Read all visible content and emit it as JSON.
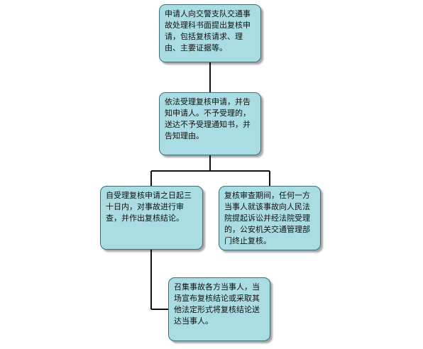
{
  "flowchart": {
    "steps": [
      {
        "id": "step1",
        "text": "申请人向交警支队交通事故处理科书面提出复核申请，包括复核请求、理由、主要证据等。"
      },
      {
        "id": "step2",
        "text": "依法受理复核申请，并告知申请人。不予受理的，送达不予受理通知书，并告知理由。"
      },
      {
        "id": "step3",
        "text": "自受理复核申请之日起三十日内，对事故进行审查，并作出复核结论。"
      },
      {
        "id": "step4",
        "text": "复核审查期间，任何一方当事人就该事故向人民法院提起诉讼并经法院受理的，公安机关交通管理部门终止复核。"
      },
      {
        "id": "step5",
        "text": "召集事故各方当事人，当场宣布复核结论或采取其他法定形式将复核结论送达当事人。"
      }
    ],
    "colors": {
      "box_fill": "#a9dce3",
      "box_border": "#3f6f78",
      "connector": "#111111"
    }
  }
}
